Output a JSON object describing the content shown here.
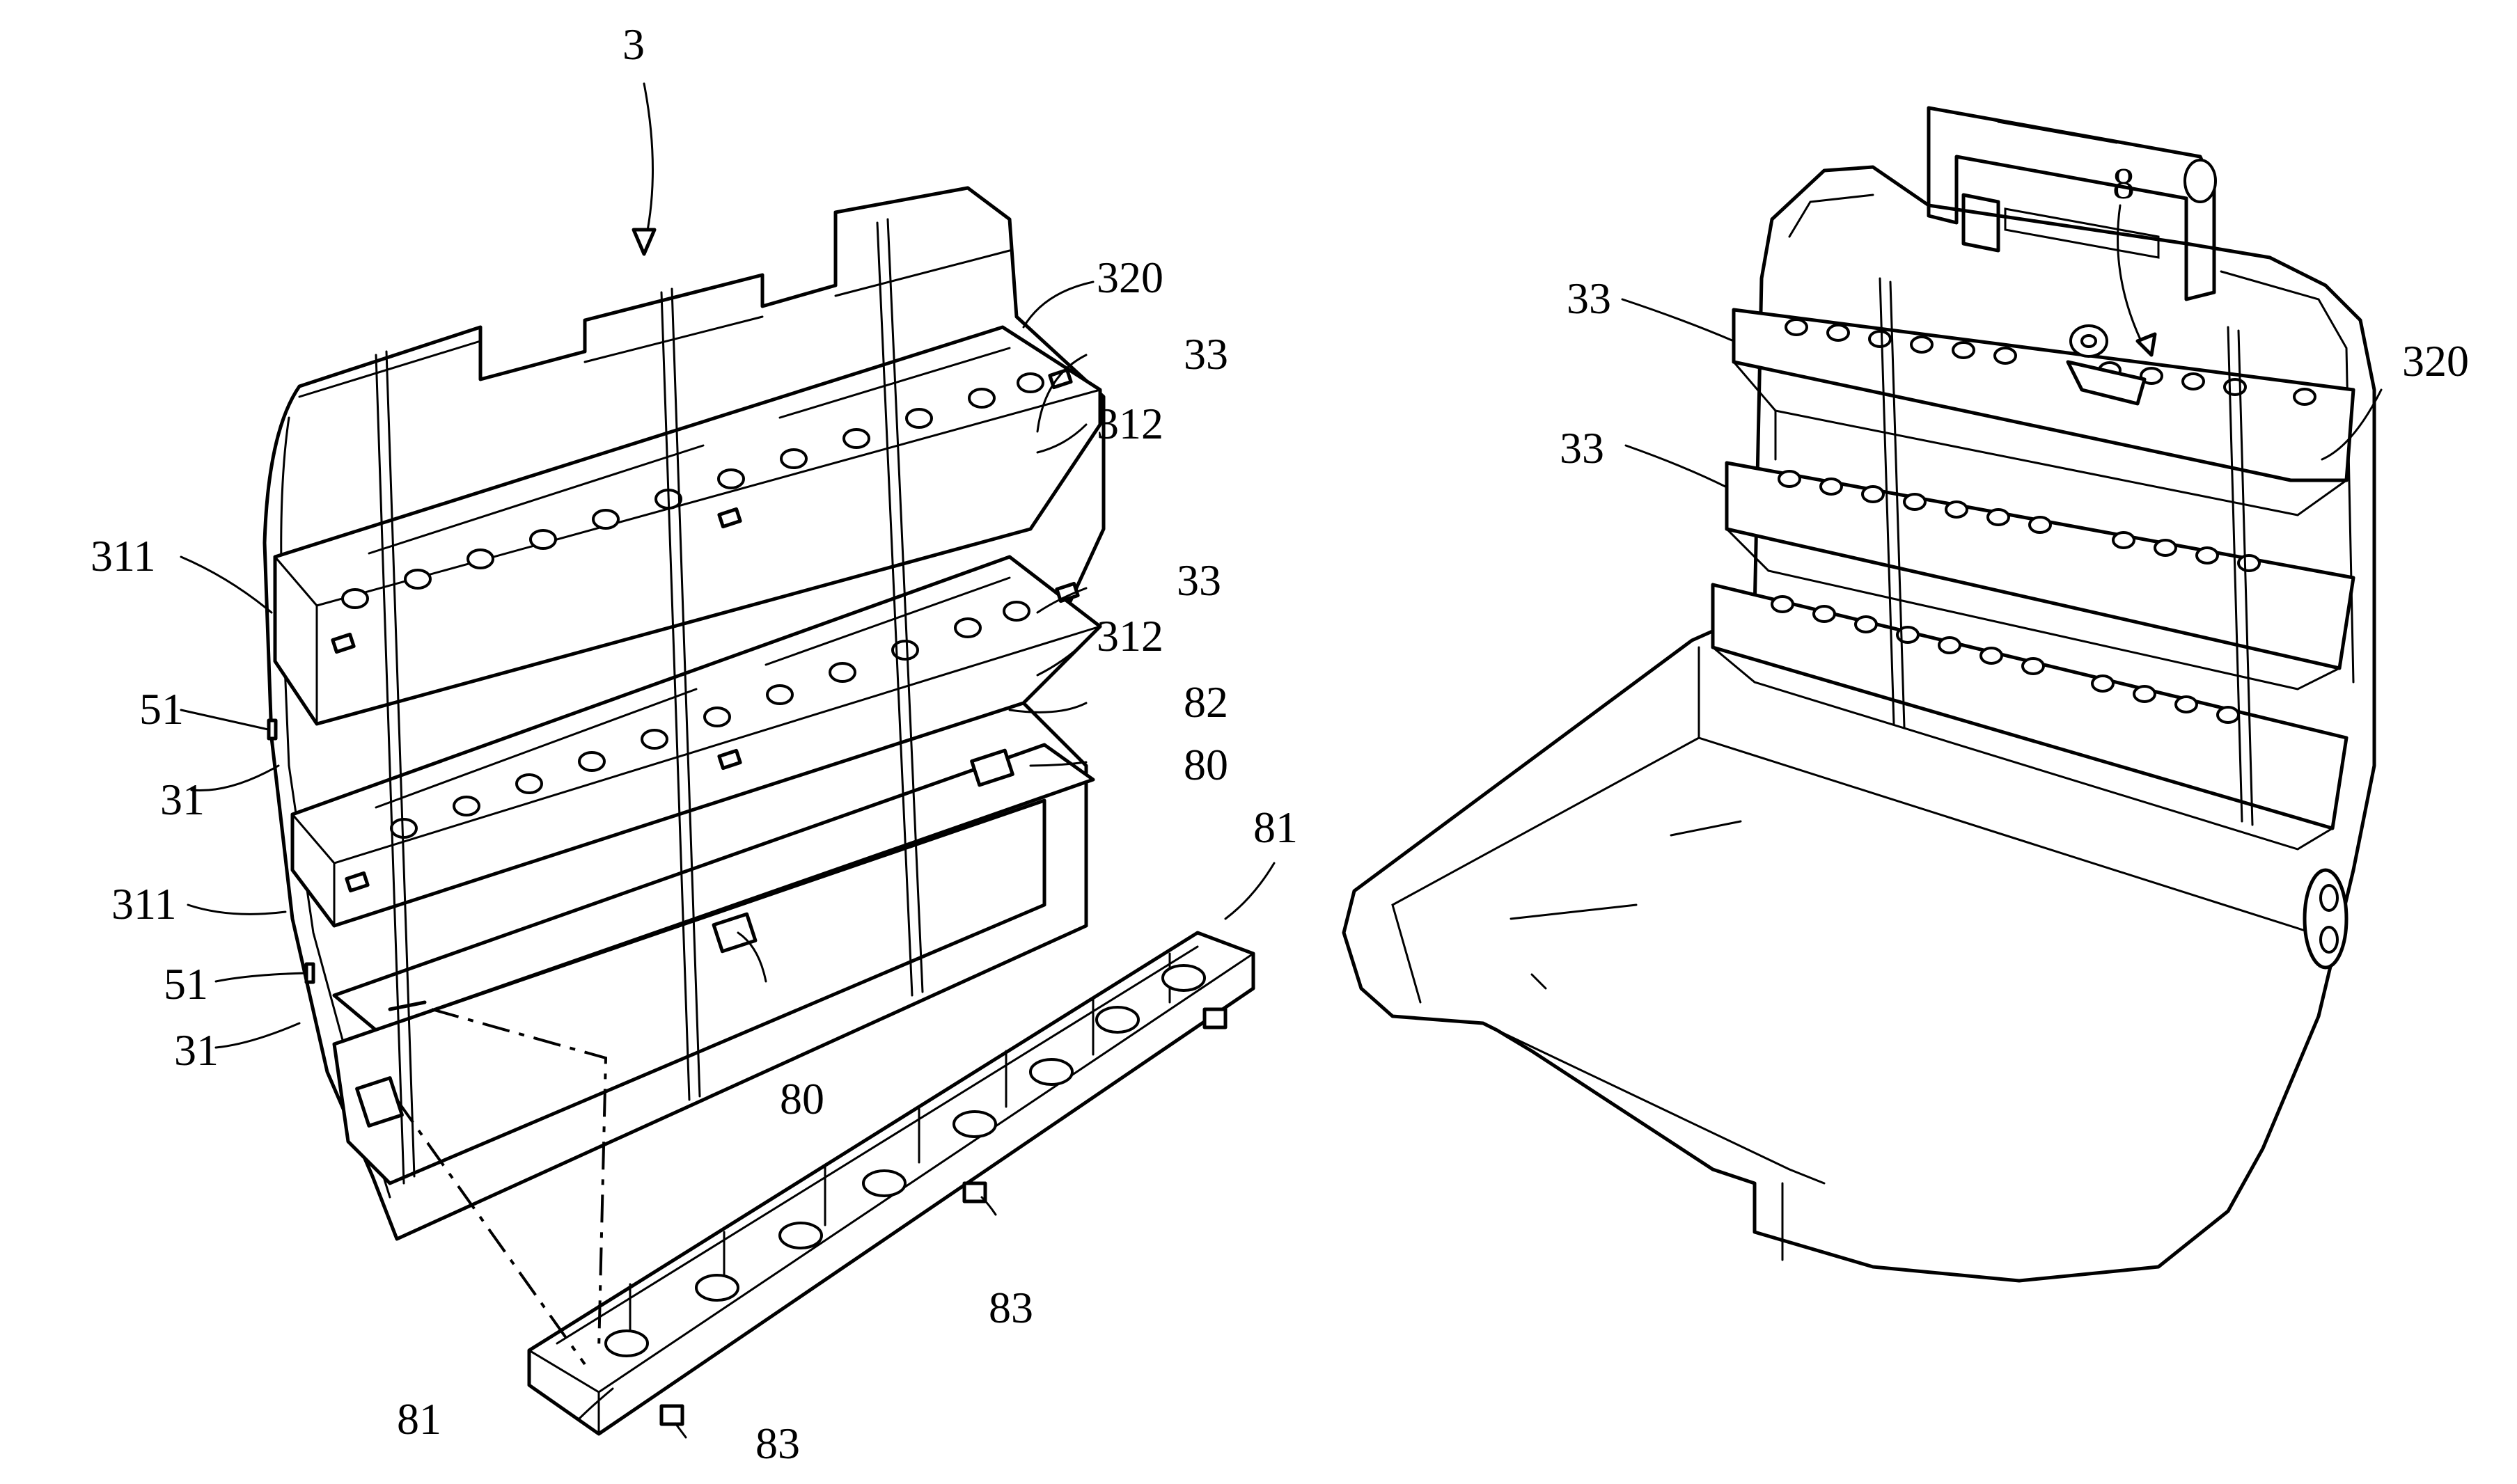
{
  "labels": {
    "ref_3": "3",
    "ref_8": "8",
    "ref_320_left": "320",
    "ref_320_right": "320",
    "ref_33_left_top": "33",
    "ref_33_left_mid": "33",
    "ref_33_right_top": "33",
    "ref_33_right_mid": "33",
    "ref_312_top": "312",
    "ref_312_mid": "312",
    "ref_311_top": "311",
    "ref_311_bottom": "311",
    "ref_51_top": "51",
    "ref_51_bottom": "51",
    "ref_31_top": "31",
    "ref_31_bottom": "31",
    "ref_82": "82",
    "ref_80_right": "80",
    "ref_80_center": "80",
    "ref_81_top": "81",
    "ref_81_bottom": "81",
    "ref_83_mid": "83",
    "ref_83_bottom": "83"
  }
}
